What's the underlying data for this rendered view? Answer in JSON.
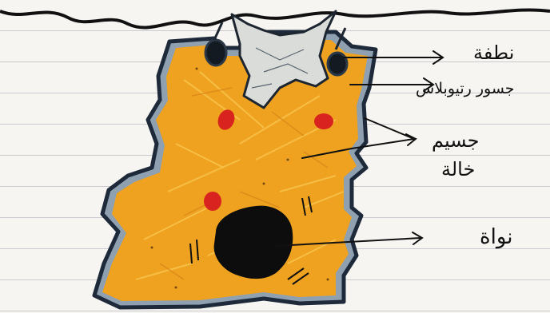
{
  "labels": {
    "sperm": "نطفة",
    "bridge": "جسور رتيوبلاس",
    "body_line1": "جسيم",
    "body_line2": "خالة",
    "nucleus": "نواة"
  },
  "colors": {
    "cytoplasm": "#efa21f",
    "cytoplasm_dark": "#d9861a",
    "outline": "#1e2a3a",
    "membrane": "#6f7f8f",
    "nucleus": "#0d0d0d",
    "granules": "#d8231f",
    "sperm_fill": "#d9dcd8",
    "ink": "#111111"
  }
}
